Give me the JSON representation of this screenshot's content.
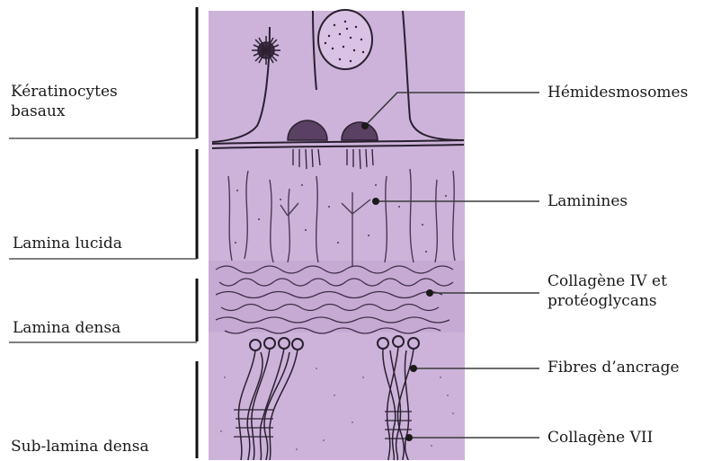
{
  "diagram": {
    "left_labels": [
      {
        "id": "keratinocytes",
        "lines": [
          "Kératinocytes",
          "basaux"
        ]
      },
      {
        "id": "lucida",
        "lines": [
          "Lamina lucida"
        ]
      },
      {
        "id": "densa",
        "lines": [
          "Lamina densa"
        ]
      },
      {
        "id": "sublamina",
        "lines": [
          "Sub-lamina densa"
        ]
      }
    ],
    "right_labels": [
      {
        "id": "hemidesmosomes",
        "lines": [
          "Hémidesmosomes"
        ]
      },
      {
        "id": "laminines",
        "lines": [
          "Laminines"
        ]
      },
      {
        "id": "collagene-iv",
        "lines": [
          "Collagène IV et",
          "protéoglycans"
        ]
      },
      {
        "id": "fibres",
        "lines": [
          "Fibres d’ancrage"
        ]
      },
      {
        "id": "collagene-vii",
        "lines": [
          "Collagène VII"
        ]
      }
    ],
    "colors": {
      "tissue": "#cdb3d9",
      "ink": "#2a2030",
      "pointer": "#3a3a3a"
    }
  }
}
